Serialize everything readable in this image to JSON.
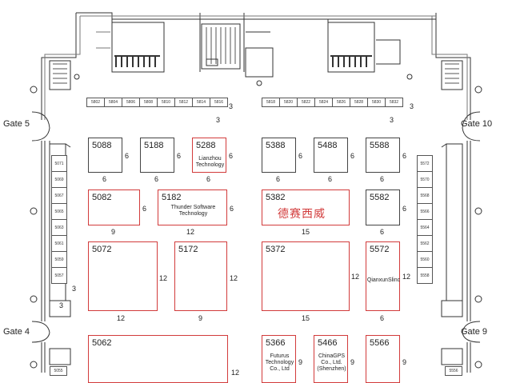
{
  "gates": {
    "gate_5": "Gate 5",
    "gate_10": "Gate 10",
    "gate_4": "Gate 4",
    "gate_9": "Gate 9"
  },
  "small_booths_top_left": [
    "5802",
    "5804",
    "5806",
    "5808",
    "5810",
    "5812",
    "5814",
    "5816"
  ],
  "small_booths_top_right": [
    "5818",
    "5820",
    "5822",
    "5824",
    "5826",
    "5828",
    "5830",
    "5832"
  ],
  "small_booths_left_col": [
    "5071",
    "5069",
    "5067",
    "5065",
    "5063",
    "5061",
    "5059",
    "5057"
  ],
  "small_booths_right_col": [
    "5572",
    "5570",
    "5568",
    "5566",
    "5564",
    "5562",
    "5560",
    "5558"
  ],
  "small_booth_bottom_left": "5055",
  "small_booth_bottom_right": "5556",
  "booths": {
    "b5088": {
      "number": "5088"
    },
    "b5188": {
      "number": "5188"
    },
    "b5288": {
      "number": "5288",
      "name": "Lianzhou Technology"
    },
    "b5388": {
      "number": "5388"
    },
    "b5488": {
      "number": "5488"
    },
    "b5588": {
      "number": "5588"
    },
    "b5082": {
      "number": "5082"
    },
    "b5182": {
      "number": "5182",
      "name": "Thunder Software Technology"
    },
    "b5382": {
      "number": "5382",
      "name": "德赛西威"
    },
    "b5582": {
      "number": "5582"
    },
    "b5072": {
      "number": "5072"
    },
    "b5172": {
      "number": "5172"
    },
    "b5372": {
      "number": "5372"
    },
    "b5572": {
      "number": "5572",
      "name": "QianxunSlinc"
    },
    "b5062": {
      "number": "5062"
    },
    "b5366": {
      "number": "5366",
      "name": "Futurus Technology Co., Ltd"
    },
    "b5466": {
      "number": "5466",
      "name": "ChinaGPS Co., Ltd. (Shenzhen)"
    },
    "b5566": {
      "number": "5566"
    }
  },
  "dims": {
    "d3a": "3",
    "d3b": "3",
    "d3c": "3",
    "d3d": "3",
    "d6a": "6",
    "d6b": "6",
    "d6c": "6",
    "d6d": "6",
    "d6e": "6",
    "d6f": "6",
    "d6g": "6",
    "d6h": "6",
    "d6i": "6",
    "d6j": "6",
    "d6k": "6",
    "d6l": "6",
    "d6m": "6",
    "d6n": "6",
    "d6o": "6",
    "d6p": "6",
    "d6q": "6",
    "d9a": "9",
    "d9b": "9",
    "d9c": "9",
    "d9d": "9",
    "d9e": "9",
    "d12a": "12",
    "d12b": "12",
    "d12c": "12",
    "d12d": "12",
    "d12e": "12",
    "d12f": "12",
    "d12g": "12",
    "d15a": "15",
    "d15b": "15",
    "d3e": "3",
    "d3f": "3"
  }
}
